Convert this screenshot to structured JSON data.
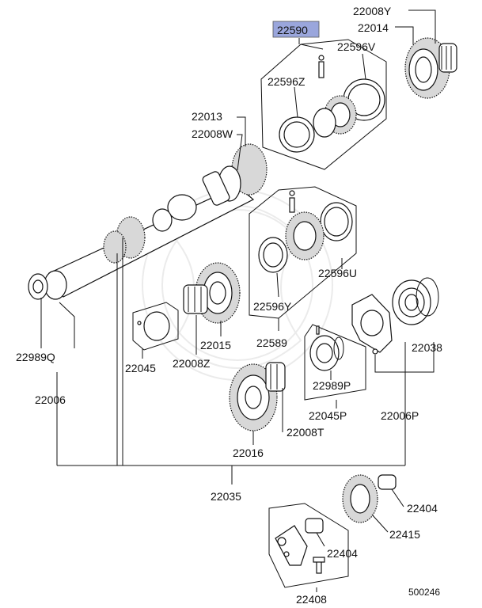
{
  "diagram": {
    "labels": {
      "p22590": "22590",
      "p22008Y": "22008Y",
      "p22014": "22014",
      "p22596V": "22596V",
      "p22596Z": "22596Z",
      "p22013": "22013",
      "p22008W": "22008W",
      "p22596U": "22596U",
      "p22596Y": "22596Y",
      "p22589": "22589",
      "p22015": "22015",
      "p22008Z": "22008Z",
      "p22045": "22045",
      "p22038": "22038",
      "p22989Q": "22989Q",
      "p22989P": "22989P",
      "p22006": "22006",
      "p22045P": "22045P",
      "p22006P": "22006P",
      "p22016": "22016",
      "p22008T": "22008T",
      "p22035": "22035",
      "p22404a": "22404",
      "p22415": "22415",
      "p22404b": "22404",
      "p22408": "22408",
      "ref": "500246"
    },
    "colors": {
      "highlight": "#9aa6dc",
      "line": "#111111"
    }
  }
}
